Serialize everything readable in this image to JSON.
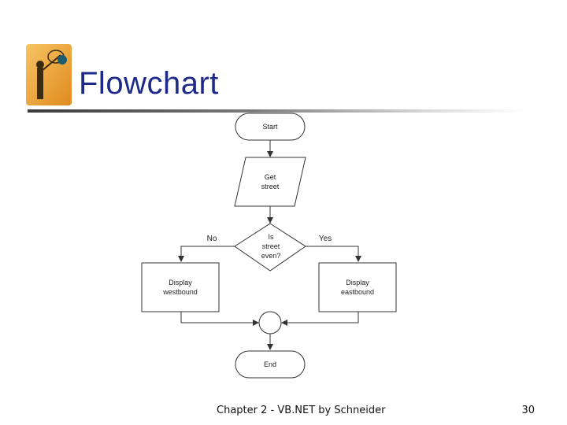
{
  "slide": {
    "title": "Flowchart",
    "footer": "Chapter 2 - VB.NET by Schneider",
    "page_number": "30"
  },
  "flowchart": {
    "start": "Start",
    "input": [
      "Get",
      "street"
    ],
    "decision": [
      "Is",
      "street",
      "even?"
    ],
    "no_label": "No",
    "yes_label": "Yes",
    "left_process": [
      "Display",
      "westbound"
    ],
    "right_process": [
      "Display",
      "eastbound"
    ],
    "end": "End"
  },
  "colors": {
    "title": "#1e2a8a",
    "lines": "#333333"
  }
}
